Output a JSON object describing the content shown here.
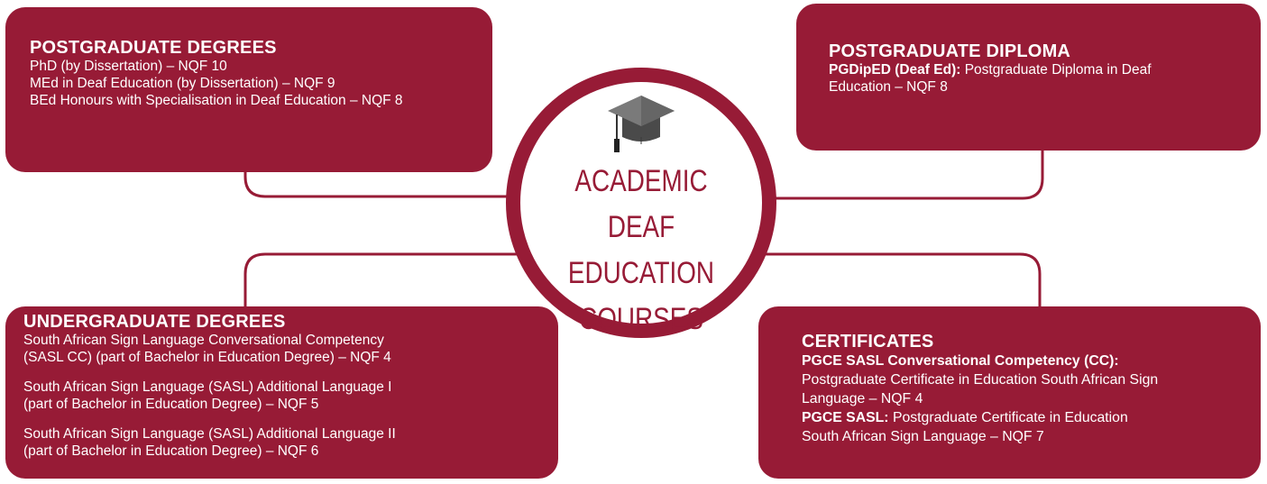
{
  "hub": {
    "title_lines": [
      "ACADEMIC DEAF",
      "EDUCATION",
      "COURSES"
    ],
    "icon": "graduation-cap-icon"
  },
  "colors": {
    "accent": "#971b36",
    "icon": "#555555"
  },
  "postgraduate_degrees": {
    "heading": "POSTGRADUATE DEGREES",
    "items": [
      "PhD (by Dissertation) – NQF 10",
      "MEd in Deaf Education (by Dissertation) – NQF 9",
      "BEd Honours with Specialisation in Deaf Education – NQF 8"
    ]
  },
  "postgraduate_diploma": {
    "heading": "POSTGRADUATE DIPLOMA",
    "bold": "PGDipED (Deaf Ed):",
    "line1": " Postgraduate Diploma in Deaf",
    "line2": "Education – NQF 8"
  },
  "undergraduate_degrees": {
    "heading": "UNDERGRADUATE DEGREES",
    "items": [
      [
        "South African Sign Language Conversational Competency",
        "(SASL CC) (part of Bachelor in Education Degree) – NQF 4"
      ],
      [
        "South African Sign Language (SASL) Additional Language I",
        "(part of Bachelor in Education Degree) – NQF 5"
      ],
      [
        "South African Sign Language (SASL) Additional Language II",
        "(part of Bachelor in Education Degree) – NQF 6"
      ]
    ]
  },
  "certificates": {
    "heading": "CERTIFICATES",
    "cert1_bold": "PGCE SASL Conversational Competency (CC):",
    "cert1_lines": [
      "Postgraduate Certificate in Education South African Sign",
      "Language – NQF 4"
    ],
    "cert2_bold": "PGCE SASL:",
    "cert2_line1": " Postgraduate Certificate in Education",
    "cert2_line2": "South African Sign Language – NQF 7"
  }
}
